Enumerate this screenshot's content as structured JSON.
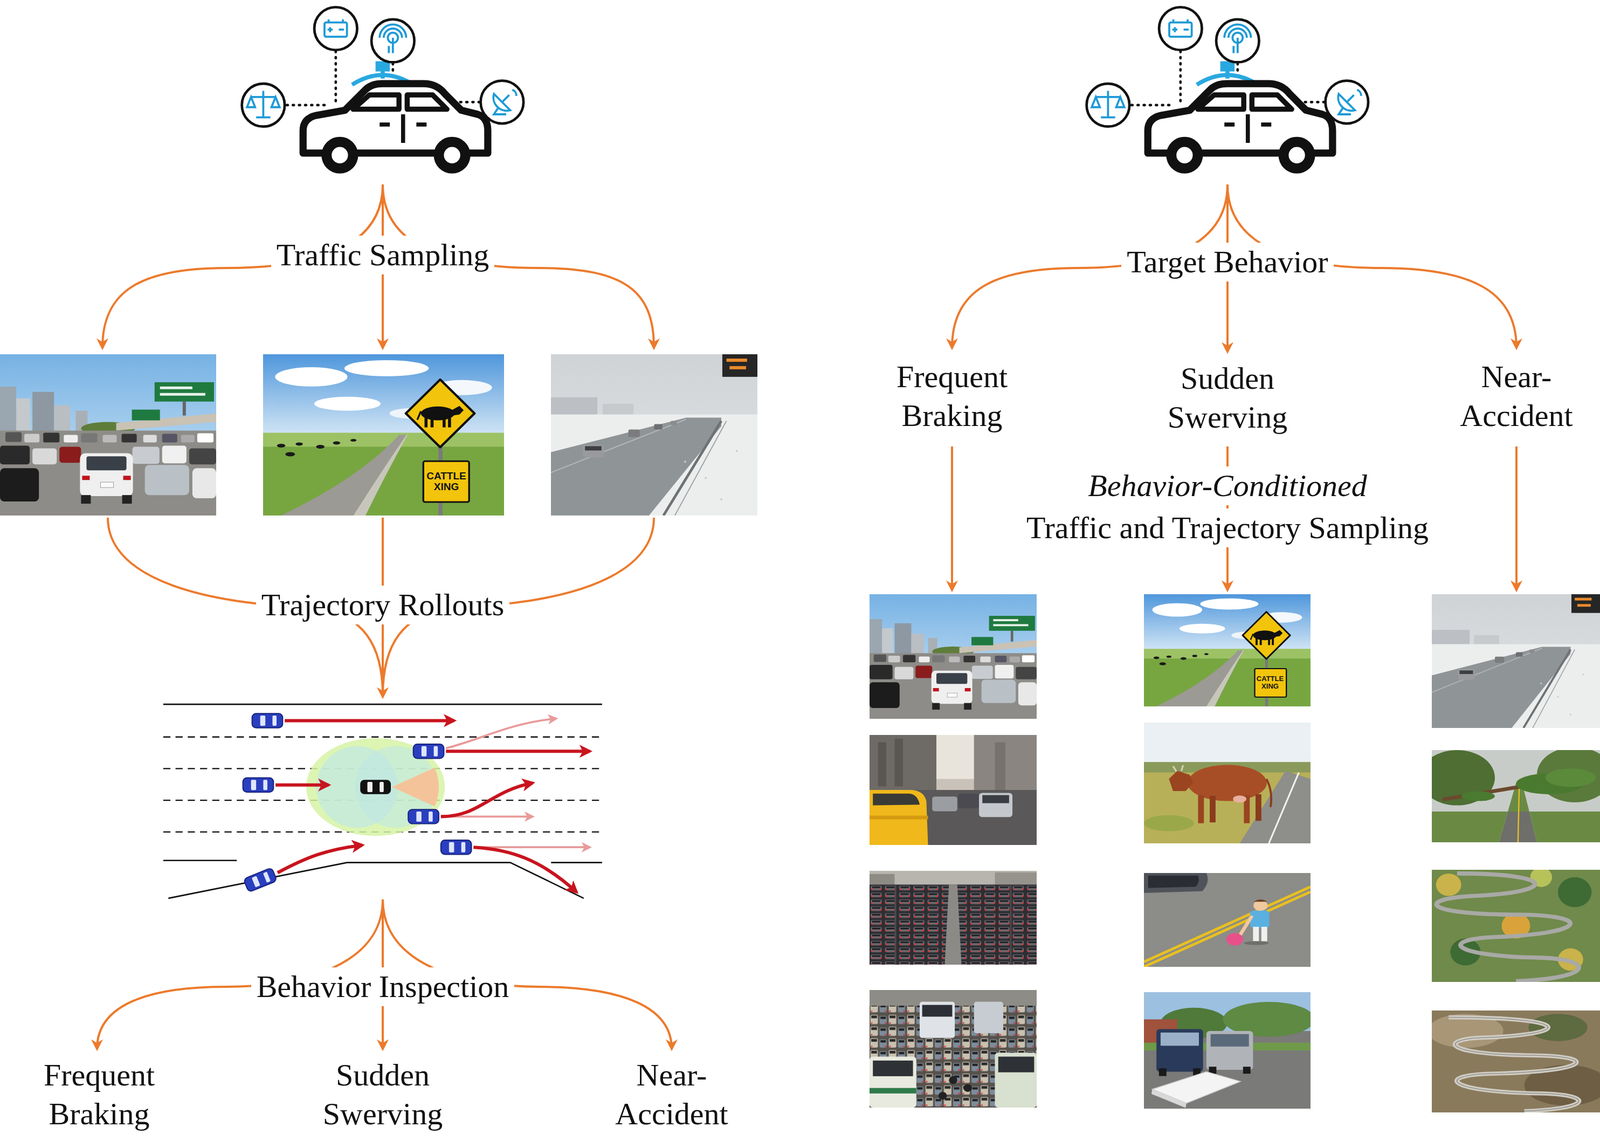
{
  "diagram": {
    "labels": [
      "Traffic Sampling",
      "Trajectory Rollouts",
      "Behavior Inspection",
      "Frequent Braking",
      "Sudden Swerving",
      "Near-Accident",
      "Target Behavior",
      "Frequent Braking",
      "Sudden Swerving",
      "Near-Accident",
      "Behavior-Conditioned",
      "Traffic and Trajectory Sampling",
      "CATTLE XING",
      "CATTLE XING"
    ]
  }
}
